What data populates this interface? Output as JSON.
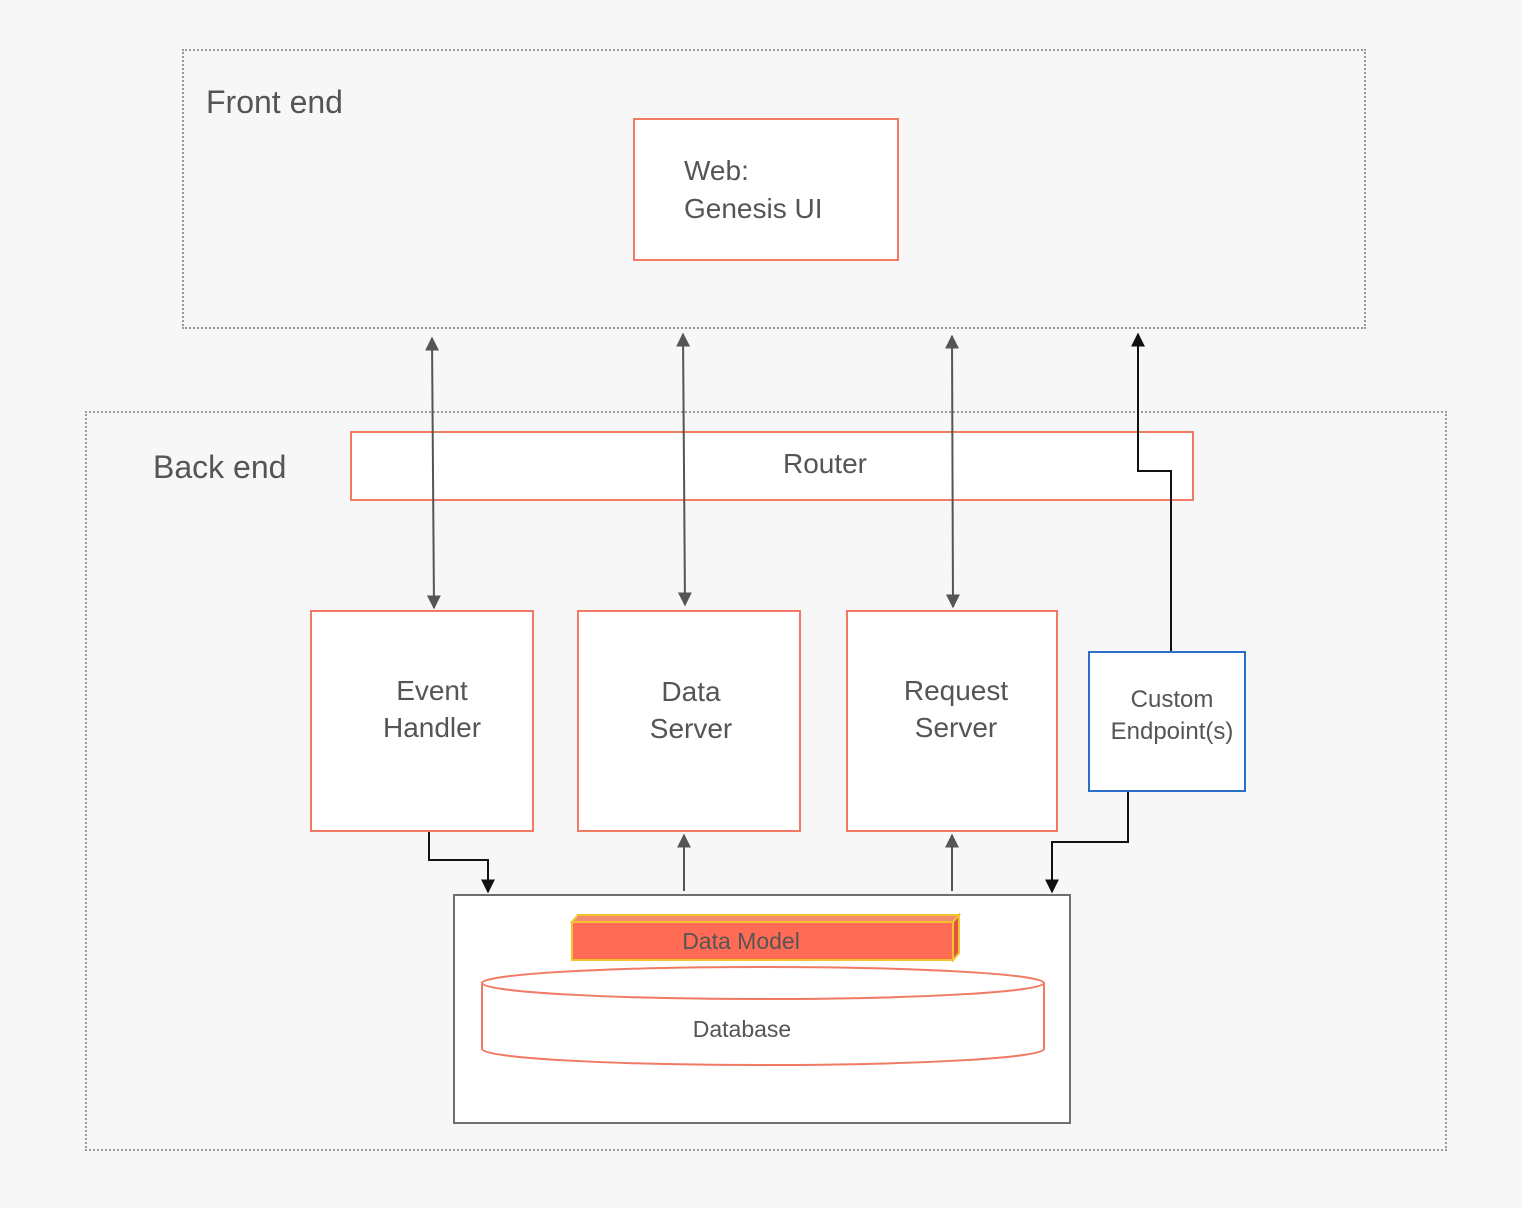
{
  "frontend": {
    "title": "Front end",
    "web": {
      "line1": "Web:",
      "line2": "Genesis UI"
    }
  },
  "backend": {
    "title": "Back end",
    "router": "Router",
    "event_handler": {
      "line1": "Event",
      "line2": "Handler"
    },
    "data_server": {
      "line1": "Data",
      "line2": "Server"
    },
    "request_server": {
      "line1": "Request",
      "line2": "Server"
    },
    "custom_endpoints": {
      "line1": "Custom",
      "line2": "Endpoint(s)"
    },
    "data_model": "Data Model",
    "database": "Database"
  },
  "colors": {
    "component_border": "#f07a64",
    "custom_border": "#2a6fc9",
    "data_model_fill": "#ff6b55",
    "data_model_edge": "#f2c230"
  }
}
